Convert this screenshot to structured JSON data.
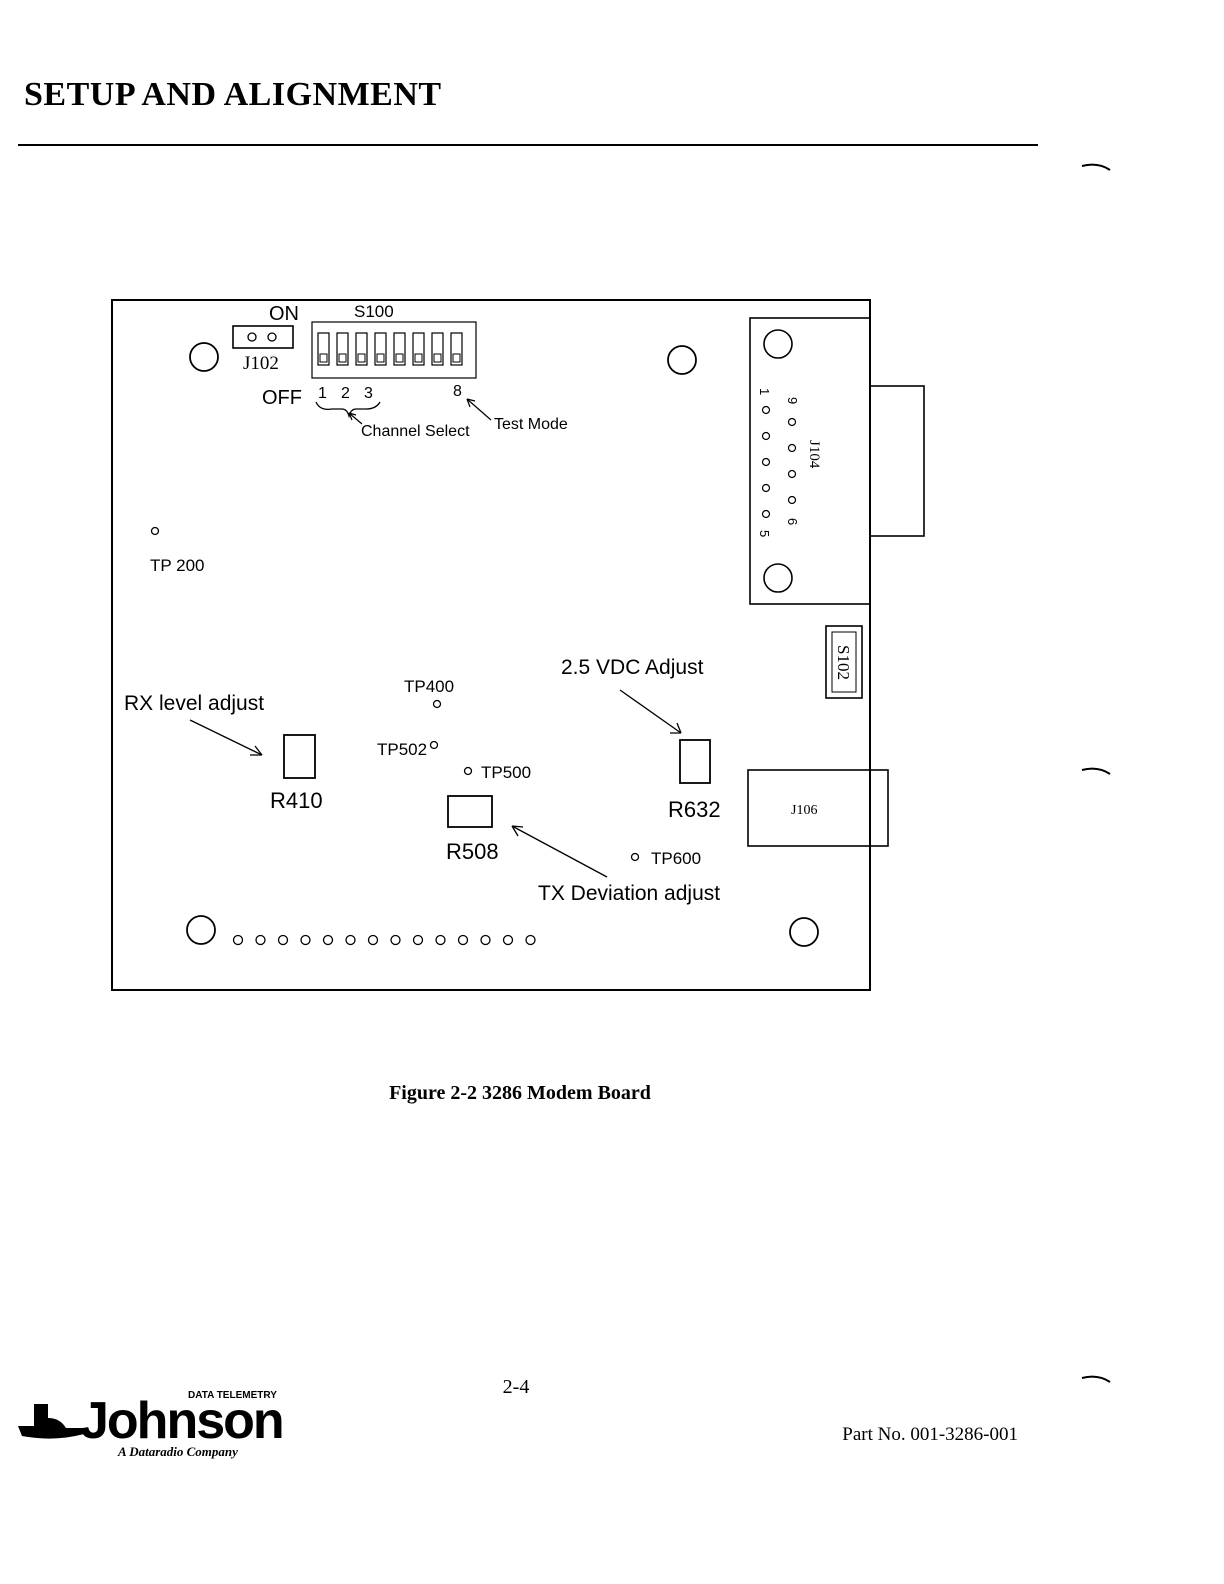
{
  "header": {
    "title": "SETUP AND ALIGNMENT"
  },
  "figure": {
    "caption": "Figure 2-2   3286 Modem Board",
    "labels": {
      "on": "ON",
      "off": "OFF",
      "s100": "S100",
      "j102": "J102",
      "switch_1": "1",
      "switch_2": "2",
      "switch_3": "3",
      "switch_8": "8",
      "channel_select": "Channel Select",
      "test_mode": "Test Mode",
      "tp200": "TP 200",
      "tp400": "TP400",
      "tp502": "TP502",
      "tp500": "TP500",
      "tp600": "TP600",
      "rx_level_adjust": "RX level adjust",
      "r410": "R410",
      "r508": "R508",
      "r632": "R632",
      "vdc_adjust": "2.5 VDC Adjust",
      "tx_deviation_adjust": "TX Deviation adjust",
      "j104": "J104",
      "j104_pin_1": "1",
      "j104_pin_5": "5",
      "j104_pin_6": "6",
      "j104_pin_9": "9",
      "s102": "S102",
      "j106": "J106"
    }
  },
  "footer": {
    "page_number": "2-4",
    "part_number": "Part No. 001-3286-001",
    "logo": {
      "brand": "Johnson",
      "tagline_top": "DATA TELEMETRY",
      "tagline_bottom": "A Dataradio Company"
    }
  }
}
